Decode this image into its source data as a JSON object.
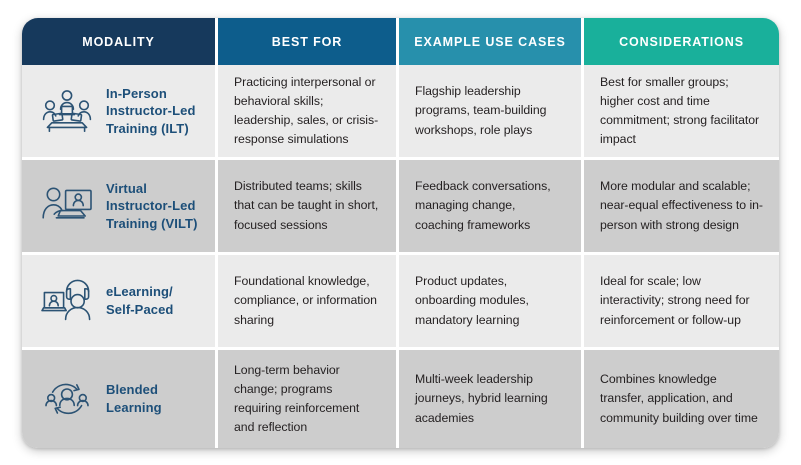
{
  "table": {
    "headers": [
      {
        "label": "MODALITY",
        "color": "#16395c",
        "name": "modality"
      },
      {
        "label": "BEST FOR",
        "color": "#0d5d8c",
        "name": "best-for"
      },
      {
        "label": "EXAMPLE USE CASES",
        "color": "#2790ac",
        "name": "example-use-cases"
      },
      {
        "label": "CONSIDERATIONS",
        "color": "#19b09b",
        "name": "considerations"
      }
    ],
    "row_colors": {
      "odd": "#ebebeb",
      "even": "#cdcdcd"
    },
    "label_color": "#1d4f79",
    "body_text_color": "#231f20",
    "rows": [
      {
        "icon": "people-around-table-icon",
        "modality": "In-Person Instructor-Led Training (ILT)",
        "best_for": "Practicing interpersonal or behavioral skills; leadership, sales, or crisis-response simulations",
        "example_use_cases": "Flagship leadership programs, team-building workshops, role plays",
        "considerations": "Best for smaller groups; higher cost and time commitment; strong facilitator impact"
      },
      {
        "icon": "person-at-monitor-icon",
        "modality": "Virtual Instructor-Led Training (VILT)",
        "best_for": "Distributed teams; skills that can be taught in short, focused sessions",
        "example_use_cases": "Feedback conversations, managing change, coaching frameworks",
        "considerations": "More modular and scalable; near-equal effectiveness to in-person with strong design"
      },
      {
        "icon": "laptop-headset-learner-icon",
        "modality": "eLearning/ Self-Paced",
        "best_for": "Foundational knowledge, compliance, or information sharing",
        "example_use_cases": "Product updates, onboarding modules, mandatory learning",
        "considerations": "Ideal for scale; low interactivity; strong need for reinforcement or follow-up"
      },
      {
        "icon": "people-cycle-arrows-icon",
        "modality": "Blended Learning",
        "best_for": "Long-term behavior change; programs requiring reinforcement and reflection",
        "example_use_cases": "Multi-week leadership journeys, hybrid learning academies",
        "considerations": "Combines knowledge transfer, application, and community building over time"
      }
    ]
  }
}
